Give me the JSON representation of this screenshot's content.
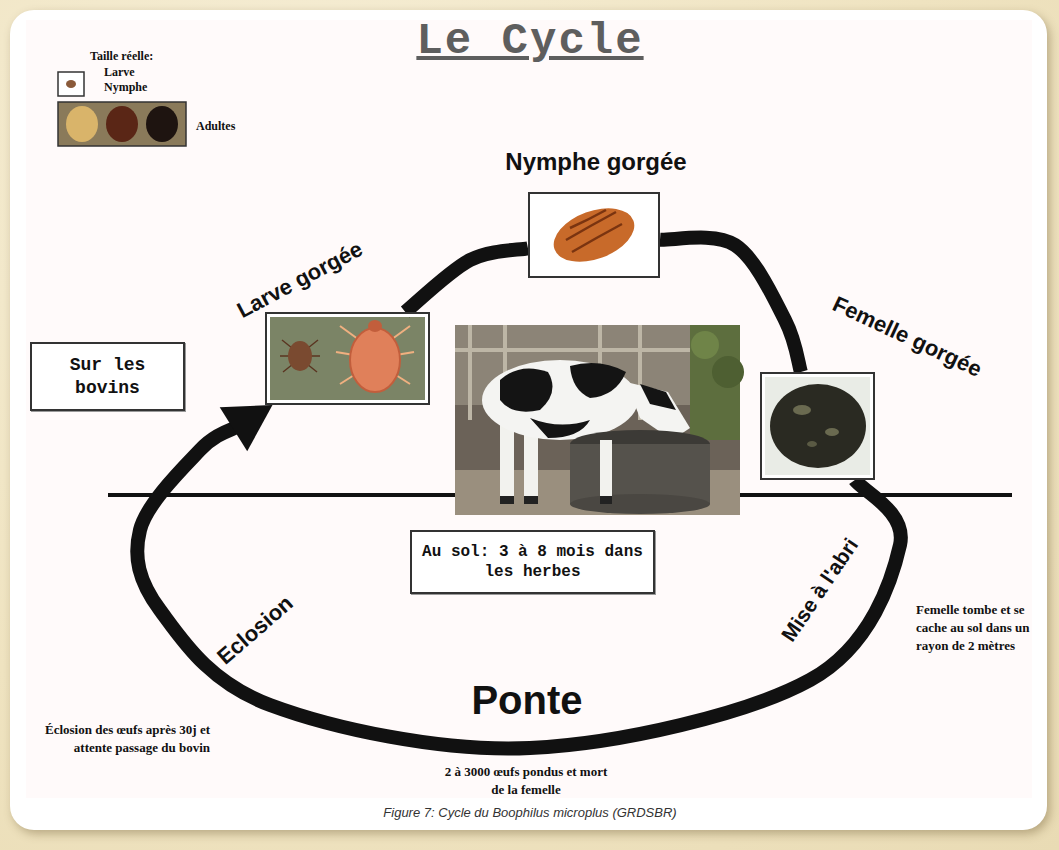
{
  "diagram": {
    "title": "Le Cycle",
    "caption": "Figure 7: Cycle du Boophilus microplus (GRDSBR)",
    "nodes": [
      {
        "text": [
          "Larve gorgée"
        ]
      },
      {
        "text": [
          "Nymphe gorgée"
        ]
      },
      {
        "text": [
          "Femelle gorgée"
        ]
      },
      {
        "text": [
          "Sur les bovins"
        ]
      },
      {
        "text": [
          "Au sol: 3 à 8 mois dans les herbes"
        ]
      }
    ],
    "edges": [
      {
        "from": 0,
        "to": 1,
        "arrow": "none"
      },
      {
        "from": 1,
        "to": 2,
        "arrow": "none"
      },
      {
        "from": 2,
        "to": 0,
        "arrow": "to"
      }
    ],
    "labels": [
      "Taille réelle:",
      "Larve",
      "Nymphe",
      "Adultes",
      "Mise à l'abri",
      "Femelle tombe et se cache au sol dans un rayon de 2 mètres",
      "Ponte",
      "2 à 3000 œufs pondus et mort de la femelle",
      "Eclosion",
      "Éclosion des œufs après 30j et attente passage du bovin"
    ]
  }
}
